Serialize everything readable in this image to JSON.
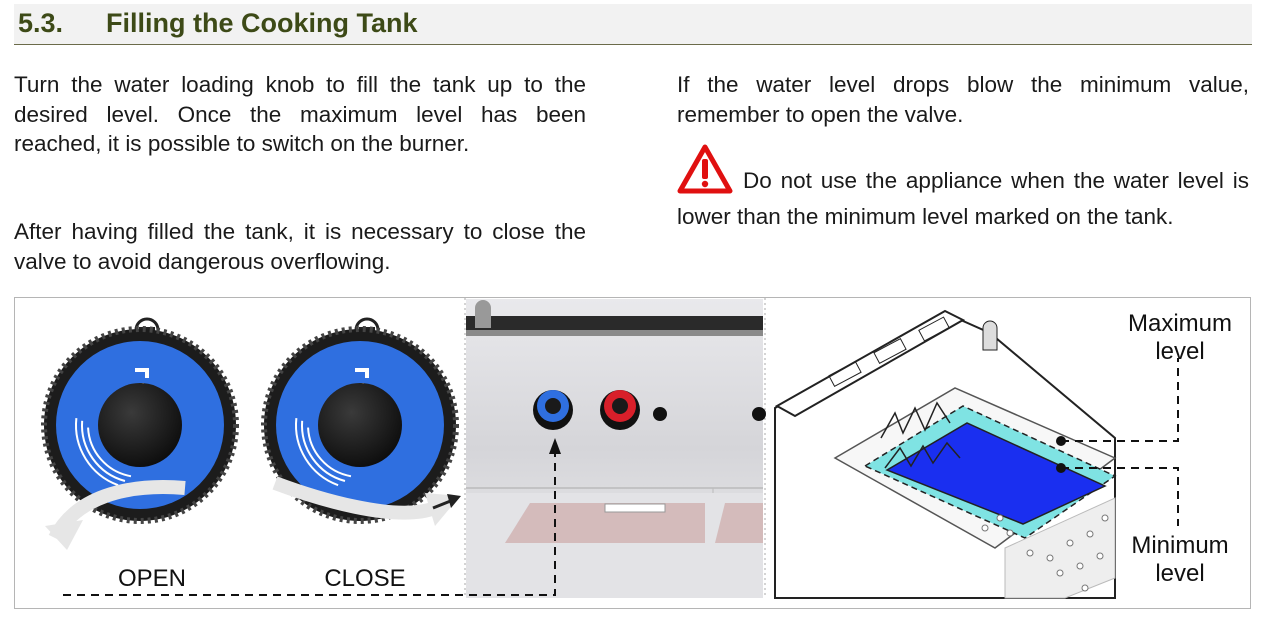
{
  "heading": {
    "number": "5.3.",
    "title": "Filling the Cooking Tank"
  },
  "left_column": {
    "paragraph_1": "Turn the water loading knob to fill the tank up to the desired level. Once the maximum level has been reached, it is possible to switch on the burner.",
    "paragraph_2": "After having filled the tank, it is necessary to close the valve to avoid dangerous overflowing."
  },
  "right_column": {
    "paragraph_1": "If the water level drops blow the minimum value, remember to open the valve.",
    "warning_text": "Do not use the appliance when the water level is lower than the minimum level marked on the tank.",
    "warning_icon": "warning-triangle-icon"
  },
  "figure": {
    "open_label": "OPEN",
    "close_label": "CLOSE",
    "max_label": "Maximum level",
    "min_label": "Minimum level",
    "colors": {
      "knob_blue": "#2f6fe0",
      "knob_red": "#d81f2a",
      "water_blue": "#1a2ff0",
      "water_cyan": "#7fe3e3",
      "heading_text": "#3d4a17",
      "warning_red": "#e01010"
    }
  }
}
